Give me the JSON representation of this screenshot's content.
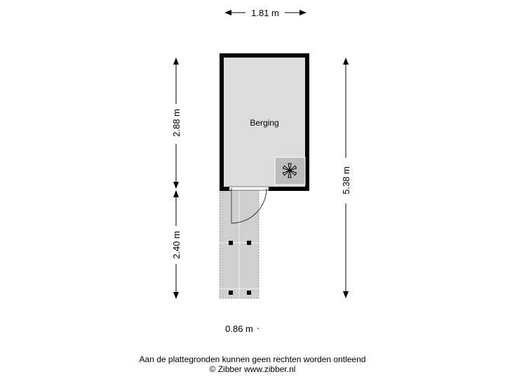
{
  "plan": {
    "room_label": "Berging",
    "dimensions": {
      "top_width": "1.81 m",
      "left_upper_height": "2.88 m",
      "left_lower_height": "2.40 m",
      "right_total_height": "5.38 m",
      "bottom_width": "0.86 m"
    },
    "colors": {
      "wall": "#000000",
      "room_fill": "#dcdcdc",
      "terrace_fill": "#cfcfcf",
      "equipment_fill": "#bcbcbc"
    },
    "icons": [
      "fan-icon",
      "door-swing-icon"
    ]
  },
  "footer": {
    "disclaimer": "Aan de plattegronden kunnen geen rechten worden ontleend",
    "copyright": "© Zibber www.zibber.nl"
  }
}
